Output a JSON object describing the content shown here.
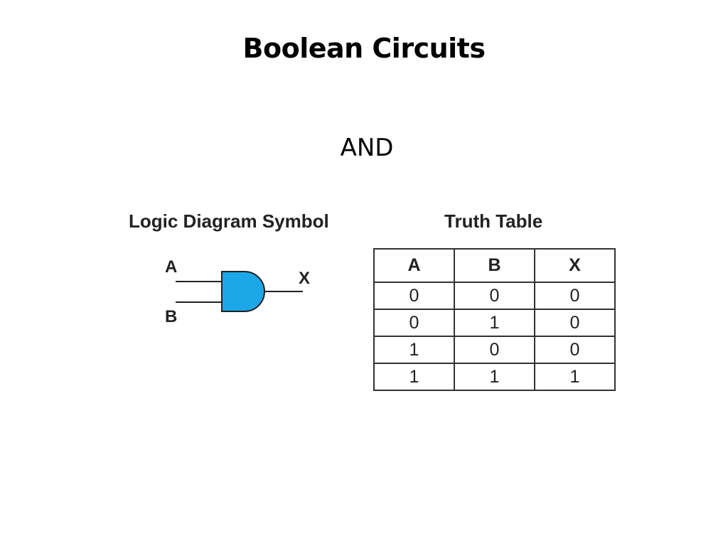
{
  "slide": {
    "title": "Boolean Circuits",
    "subtitle": "AND"
  },
  "diagram": {
    "heading": "Logic Diagram Symbol",
    "gate_type": "AND",
    "input_a_label": "A",
    "input_b_label": "B",
    "output_label": "X",
    "gate_fill_color": "#1ba7e8",
    "stroke_color": "#222222"
  },
  "truth_table": {
    "heading": "Truth Table",
    "columns": [
      "A",
      "B",
      "X"
    ],
    "rows": [
      [
        "0",
        "0",
        "0"
      ],
      [
        "0",
        "1",
        "0"
      ],
      [
        "1",
        "0",
        "0"
      ],
      [
        "1",
        "1",
        "1"
      ]
    ]
  }
}
